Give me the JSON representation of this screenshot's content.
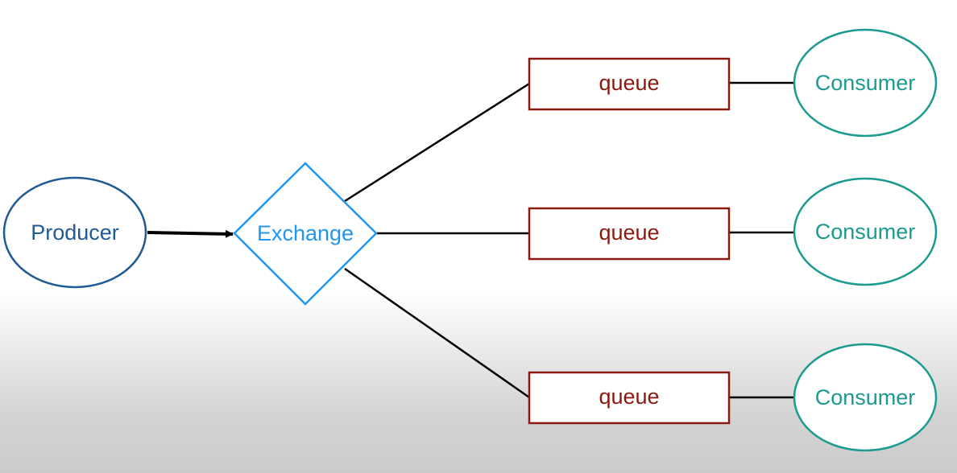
{
  "colors": {
    "producer": "#1f5a96",
    "exchange": "#2196f3",
    "queue": "#8b1a0e",
    "consumer": "#1b9a8f",
    "edge": "#000000"
  },
  "producer": {
    "label": "Producer"
  },
  "exchange": {
    "label": "Exchange"
  },
  "queues": [
    {
      "label": "queue"
    },
    {
      "label": "queue"
    },
    {
      "label": "queue"
    }
  ],
  "consumers": [
    {
      "label": "Consumer"
    },
    {
      "label": "Consumer"
    },
    {
      "label": "Consumer"
    }
  ]
}
